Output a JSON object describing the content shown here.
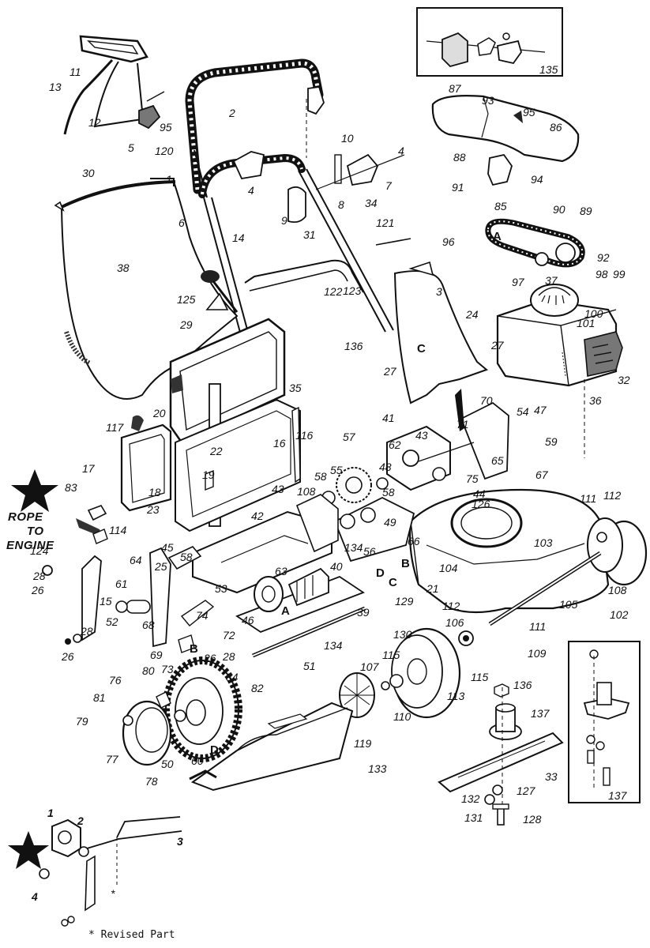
{
  "callouts": [
    {
      "id": "c135",
      "text": "135"
    },
    {
      "id": "c87",
      "text": "87"
    },
    {
      "id": "c93",
      "text": "93"
    },
    {
      "id": "c95b",
      "text": "95"
    },
    {
      "id": "c86",
      "text": "86"
    },
    {
      "id": "c88",
      "text": "88"
    },
    {
      "id": "c94",
      "text": "94"
    },
    {
      "id": "c91",
      "text": "91"
    },
    {
      "id": "c85",
      "text": "85"
    },
    {
      "id": "c90",
      "text": "90"
    },
    {
      "id": "c89",
      "text": "89"
    },
    {
      "id": "c96",
      "text": "96"
    },
    {
      "id": "c92",
      "text": "92"
    },
    {
      "id": "c97",
      "text": "97"
    },
    {
      "id": "c37",
      "text": "37"
    },
    {
      "id": "c98",
      "text": "98"
    },
    {
      "id": "c99",
      "text": "99"
    },
    {
      "id": "c100",
      "text": "100"
    },
    {
      "id": "c101",
      "text": "101"
    },
    {
      "id": "c32",
      "text": "32"
    },
    {
      "id": "c36",
      "text": "36"
    },
    {
      "id": "c11",
      "text": "11"
    },
    {
      "id": "c13",
      "text": "13"
    },
    {
      "id": "c12",
      "text": "12"
    },
    {
      "id": "c95a",
      "text": "95"
    },
    {
      "id": "c120",
      "text": "120"
    },
    {
      "id": "c5",
      "text": "5"
    },
    {
      "id": "c2",
      "text": "2"
    },
    {
      "id": "c10",
      "text": "10"
    },
    {
      "id": "c4a",
      "text": "4"
    },
    {
      "id": "c7",
      "text": "7"
    },
    {
      "id": "c8",
      "text": "8"
    },
    {
      "id": "c34",
      "text": "34"
    },
    {
      "id": "c4b",
      "text": "4"
    },
    {
      "id": "c9",
      "text": "9"
    },
    {
      "id": "c31",
      "text": "31"
    },
    {
      "id": "c1",
      "text": "1"
    },
    {
      "id": "c6",
      "text": "6"
    },
    {
      "id": "c14",
      "text": "14"
    },
    {
      "id": "c30",
      "text": "30"
    },
    {
      "id": "c38",
      "text": "38"
    },
    {
      "id": "c121",
      "text": "121"
    },
    {
      "id": "c122",
      "text": "122"
    },
    {
      "id": "c123",
      "text": "123"
    },
    {
      "id": "c3",
      "text": "3"
    },
    {
      "id": "c125",
      "text": "125"
    },
    {
      "id": "c29",
      "text": "29"
    },
    {
      "id": "c24",
      "text": "24"
    },
    {
      "id": "c136a",
      "text": "136"
    },
    {
      "id": "c27a",
      "text": "27"
    },
    {
      "id": "c27b",
      "text": "27"
    },
    {
      "id": "c35",
      "text": "35"
    },
    {
      "id": "c20",
      "text": "20"
    },
    {
      "id": "c70",
      "text": "70"
    },
    {
      "id": "c117",
      "text": "117"
    },
    {
      "id": "c22",
      "text": "22"
    },
    {
      "id": "c16",
      "text": "16"
    },
    {
      "id": "c116",
      "text": "116"
    },
    {
      "id": "c71",
      "text": "71"
    },
    {
      "id": "c41",
      "text": "41"
    },
    {
      "id": "c43a",
      "text": "43"
    },
    {
      "id": "c57",
      "text": "57"
    },
    {
      "id": "c54",
      "text": "54"
    },
    {
      "id": "c47",
      "text": "47"
    },
    {
      "id": "c59",
      "text": "59"
    },
    {
      "id": "c17",
      "text": "17"
    },
    {
      "id": "c19",
      "text": "19"
    },
    {
      "id": "c62",
      "text": "62"
    },
    {
      "id": "c48",
      "text": "48"
    },
    {
      "id": "c65",
      "text": "65"
    },
    {
      "id": "c75",
      "text": "75"
    },
    {
      "id": "c67",
      "text": "67"
    },
    {
      "id": "c18",
      "text": "18"
    },
    {
      "id": "c58a",
      "text": "58"
    },
    {
      "id": "c55",
      "text": "55"
    },
    {
      "id": "c108a",
      "text": "108"
    },
    {
      "id": "c43b",
      "text": "43"
    },
    {
      "id": "c58b",
      "text": "58"
    },
    {
      "id": "c49",
      "text": "49"
    },
    {
      "id": "c44",
      "text": "44"
    },
    {
      "id": "c126",
      "text": "126"
    },
    {
      "id": "c111a",
      "text": "111"
    },
    {
      "id": "c112a",
      "text": "112"
    },
    {
      "id": "c23",
      "text": "23"
    },
    {
      "id": "c83",
      "text": "83"
    },
    {
      "id": "c114",
      "text": "114"
    },
    {
      "id": "c42",
      "text": "42"
    },
    {
      "id": "c56",
      "text": "56"
    },
    {
      "id": "c134a",
      "text": "134"
    },
    {
      "id": "c66",
      "text": "66"
    },
    {
      "id": "c103",
      "text": "103"
    },
    {
      "id": "c124",
      "text": "124"
    },
    {
      "id": "c45",
      "text": "45"
    },
    {
      "id": "c58c",
      "text": "58"
    },
    {
      "id": "c25",
      "text": "25"
    },
    {
      "id": "c64",
      "text": "64"
    },
    {
      "id": "c28a",
      "text": "28"
    },
    {
      "id": "c63",
      "text": "63"
    },
    {
      "id": "c40",
      "text": "40"
    },
    {
      "id": "c104",
      "text": "104"
    },
    {
      "id": "c26a",
      "text": "26"
    },
    {
      "id": "c15",
      "text": "15"
    },
    {
      "id": "c61",
      "text": "61"
    },
    {
      "id": "c53",
      "text": "53"
    },
    {
      "id": "c21",
      "text": "21"
    },
    {
      "id": "c129",
      "text": "129"
    },
    {
      "id": "c108b",
      "text": "108"
    },
    {
      "id": "c52",
      "text": "52"
    },
    {
      "id": "c74",
      "text": "74"
    },
    {
      "id": "c46",
      "text": "46"
    },
    {
      "id": "c39",
      "text": "39"
    },
    {
      "id": "c105",
      "text": "105"
    },
    {
      "id": "c102",
      "text": "102"
    },
    {
      "id": "c68",
      "text": "68"
    },
    {
      "id": "c72",
      "text": "72"
    },
    {
      "id": "c112b",
      "text": "112"
    },
    {
      "id": "c130",
      "text": "130"
    },
    {
      "id": "c111b",
      "text": "111"
    },
    {
      "id": "c28b",
      "text": "28"
    },
    {
      "id": "c106",
      "text": "106"
    },
    {
      "id": "c69",
      "text": "69"
    },
    {
      "id": "c26b",
      "text": "26"
    },
    {
      "id": "c28c",
      "text": "28"
    },
    {
      "id": "c134b",
      "text": "134"
    },
    {
      "id": "c51",
      "text": "51"
    },
    {
      "id": "c109",
      "text": "109"
    },
    {
      "id": "c73",
      "text": "73"
    },
    {
      "id": "c26c",
      "text": "26"
    },
    {
      "id": "c84",
      "text": "84"
    },
    {
      "id": "c107",
      "text": "107"
    },
    {
      "id": "c115a",
      "text": "115"
    },
    {
      "id": "c115b",
      "text": "115"
    },
    {
      "id": "c136b",
      "text": "136"
    },
    {
      "id": "c76",
      "text": "76"
    },
    {
      "id": "c80",
      "text": "80"
    },
    {
      "id": "c82",
      "text": "82"
    },
    {
      "id": "c81",
      "text": "81"
    },
    {
      "id": "c110",
      "text": "110"
    },
    {
      "id": "c113",
      "text": "113"
    },
    {
      "id": "c137a",
      "text": "137"
    },
    {
      "id": "c79",
      "text": "79"
    },
    {
      "id": "c119",
      "text": "119"
    },
    {
      "id": "c77",
      "text": "77"
    },
    {
      "id": "c50",
      "text": "50"
    },
    {
      "id": "c60",
      "text": "60"
    },
    {
      "id": "c133",
      "text": "133"
    },
    {
      "id": "c33",
      "text": "33"
    },
    {
      "id": "c78",
      "text": "78"
    },
    {
      "id": "c132",
      "text": "132"
    },
    {
      "id": "c127",
      "text": "127"
    },
    {
      "id": "c131",
      "text": "131"
    },
    {
      "id": "c128",
      "text": "128"
    },
    {
      "id": "c137b",
      "text": "137"
    },
    {
      "id": "s1",
      "text": "1"
    },
    {
      "id": "s2",
      "text": "2"
    },
    {
      "id": "s3",
      "text": "3"
    },
    {
      "id": "s4",
      "text": "4"
    },
    {
      "id": "s_star",
      "text": "*"
    }
  ],
  "letters": [
    {
      "id": "lA1",
      "text": "A"
    },
    {
      "id": "lC1",
      "text": "C"
    },
    {
      "id": "lB1",
      "text": "B"
    },
    {
      "id": "lD1",
      "text": "D"
    },
    {
      "id": "lC2",
      "text": "C"
    },
    {
      "id": "lA2",
      "text": "A"
    },
    {
      "id": "lB2",
      "text": "B"
    },
    {
      "id": "lD2",
      "text": "D"
    }
  ],
  "rope_label": {
    "line1": "ROPE",
    "line2": "TO",
    "line3": "ENGINE"
  },
  "footnote": "* Revised Part"
}
